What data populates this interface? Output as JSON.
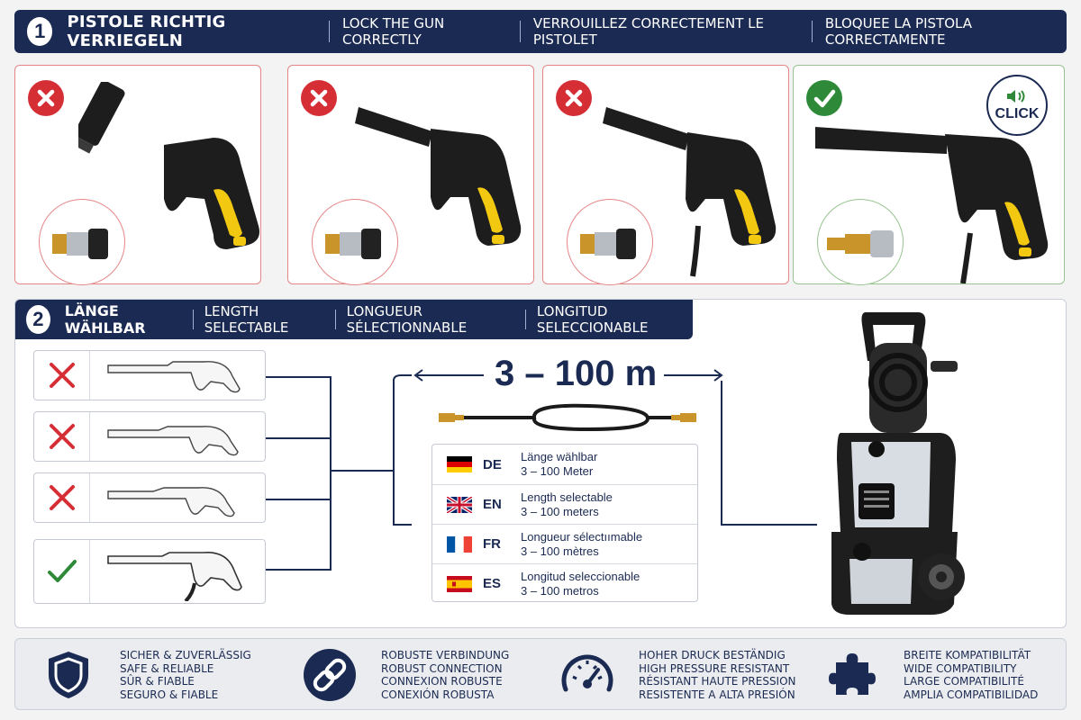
{
  "section1": {
    "number": "1",
    "title": "PISTOLE RICHTIG VERRIEGELN",
    "subtitles": [
      "LOCK THE GUN CORRECTLY",
      "VERROUILLEZ CORRECTEMENT LE PISTOLET",
      "BLOQUEE LA PISTOLA CORRECTAMENTE"
    ],
    "panels": [
      {
        "status": "wrong",
        "icon": "cross-icon"
      },
      {
        "status": "wrong",
        "icon": "cross-icon"
      },
      {
        "status": "wrong",
        "icon": "cross-icon"
      },
      {
        "status": "correct",
        "icon": "check-icon",
        "badge": "CLICK"
      }
    ]
  },
  "section2": {
    "number": "2",
    "title": "LÄNGE WÄHLBAR",
    "subtitles": [
      "LENGTH SELECTABLE",
      "LONGUEUR SÉLECTIONNABLE",
      "LONGITUD SELECCIONABLE"
    ],
    "options": [
      {
        "status": "wrong",
        "icon": "cross-icon"
      },
      {
        "status": "wrong",
        "icon": "cross-icon"
      },
      {
        "status": "wrong",
        "icon": "cross-icon"
      },
      {
        "status": "correct",
        "icon": "check-icon"
      }
    ],
    "range": "3 – 100 m",
    "languages": [
      {
        "code": "DE",
        "line1": "Länge wählbar",
        "line2": "3 – 100 Meter",
        "flag": "germany-flag"
      },
      {
        "code": "EN",
        "line1": "Length selectable",
        "line2": "3 – 100 meters",
        "flag": "uk-flag"
      },
      {
        "code": "FR",
        "line1": "Longueur sélectıımable",
        "line2": "3 – 100 mètres",
        "flag": "france-flag"
      },
      {
        "code": "ES",
        "line1": "Longitud seleccionable",
        "line2": "3 – 100 metros",
        "flag": "spain-flag"
      }
    ]
  },
  "features": [
    {
      "icon": "shield-icon",
      "lines": [
        "SICHER & ZUVERLÄSSIG",
        "SAFE & RELIABLE",
        "SÛR & FIABLE",
        "SEGURO & FIABLE"
      ]
    },
    {
      "icon": "chain-link-icon",
      "lines": [
        "ROBUSTE VERBINDUNG",
        "ROBUST CONNECTION",
        "CONNEXION ROBUSTE",
        "CONEXIÓN ROBUSTA"
      ]
    },
    {
      "icon": "pressure-gauge-icon",
      "lines": [
        "HOHER DRUCK BESTÄNDIG",
        "HIGH PRESSURE RESISTANT",
        "RÉSISTANT HAUTE PRESSION",
        "RESISTENTE A ALTA PRESIÓN"
      ]
    },
    {
      "icon": "puzzle-piece-icon",
      "lines": [
        "BREITE KOMPATIBILITÄT",
        "WIDE COMPATIBILITY",
        "LARGE COMPATIBILITÉ",
        "AMPLIA COMPATIBILIDAD"
      ]
    }
  ],
  "colors": {
    "navy": "#1b2a52",
    "wrong": "#d62e35",
    "correct": "#2e8a38",
    "yellow": "#f2c811"
  }
}
